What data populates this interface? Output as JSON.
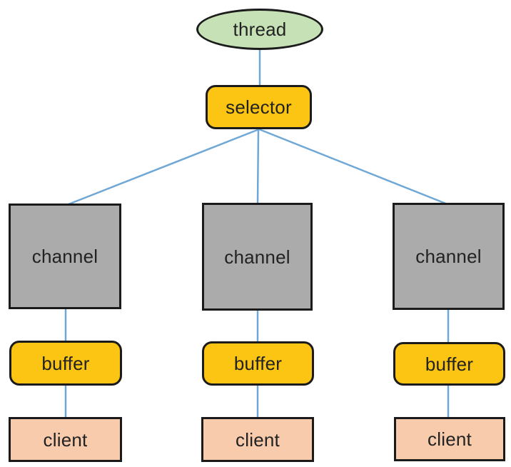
{
  "nodes": {
    "thread": {
      "label": "thread",
      "shape": "ellipse"
    },
    "selector": {
      "label": "selector",
      "shape": "rounded-rect"
    },
    "columns": [
      {
        "channel": "channel",
        "buffer": "buffer",
        "client": "client"
      },
      {
        "channel": "channel",
        "buffer": "buffer",
        "client": "client"
      },
      {
        "channel": "channel",
        "buffer": "buffer",
        "client": "client"
      }
    ]
  },
  "edges": [
    {
      "from": "thread",
      "to": "selector"
    },
    {
      "from": "selector",
      "to": "channel-1"
    },
    {
      "from": "selector",
      "to": "channel-2"
    },
    {
      "from": "selector",
      "to": "channel-3"
    },
    {
      "from": "channel-1",
      "to": "buffer-1"
    },
    {
      "from": "channel-2",
      "to": "buffer-2"
    },
    {
      "from": "channel-3",
      "to": "buffer-3"
    },
    {
      "from": "buffer-1",
      "to": "client-1"
    },
    {
      "from": "buffer-2",
      "to": "client-2"
    },
    {
      "from": "buffer-3",
      "to": "client-3"
    }
  ],
  "colors": {
    "thread-fill": "#c7e1b6",
    "selector-fill": "#fcc513",
    "channel-fill": "#ababab",
    "client-fill": "#f8cbad",
    "edge-color": "#6fa8d6",
    "border-color": "#1b1b1b",
    "text-color": "#222222"
  }
}
